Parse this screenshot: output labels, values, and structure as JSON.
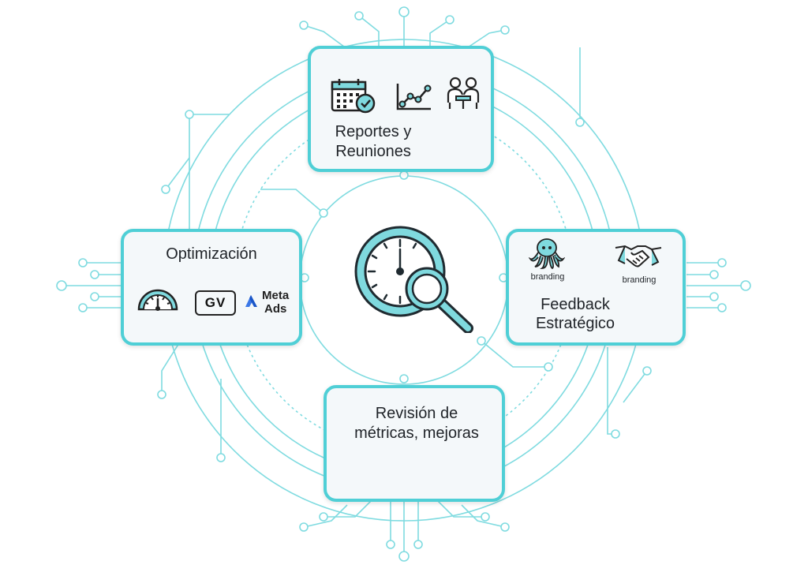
{
  "diagram": {
    "accent_color": "#4fcfd6",
    "center_icon": "clock-magnifier-icon",
    "nodes": {
      "top": {
        "label_line1": "Reportes y",
        "label_line2": "Reuniones",
        "icons": [
          "calendar-check-icon",
          "line-chart-icon",
          "meeting-people-icon"
        ]
      },
      "left": {
        "label": "Optimización",
        "icons": [
          "speedometer-icon",
          "gv-logo",
          "meta-ads-logo"
        ],
        "gv_text": "GV",
        "meta_line1": "Meta",
        "meta_line2": "Ads"
      },
      "right": {
        "label_line1": "Feedback",
        "label_line2": "Estratégico",
        "icons": [
          "octopus-icon",
          "handshake-icon"
        ],
        "caption_1": "branding",
        "caption_2": "branding"
      },
      "bottom": {
        "label_line1": "Revisión de",
        "label_line2": "métricas, mejoras"
      }
    }
  }
}
